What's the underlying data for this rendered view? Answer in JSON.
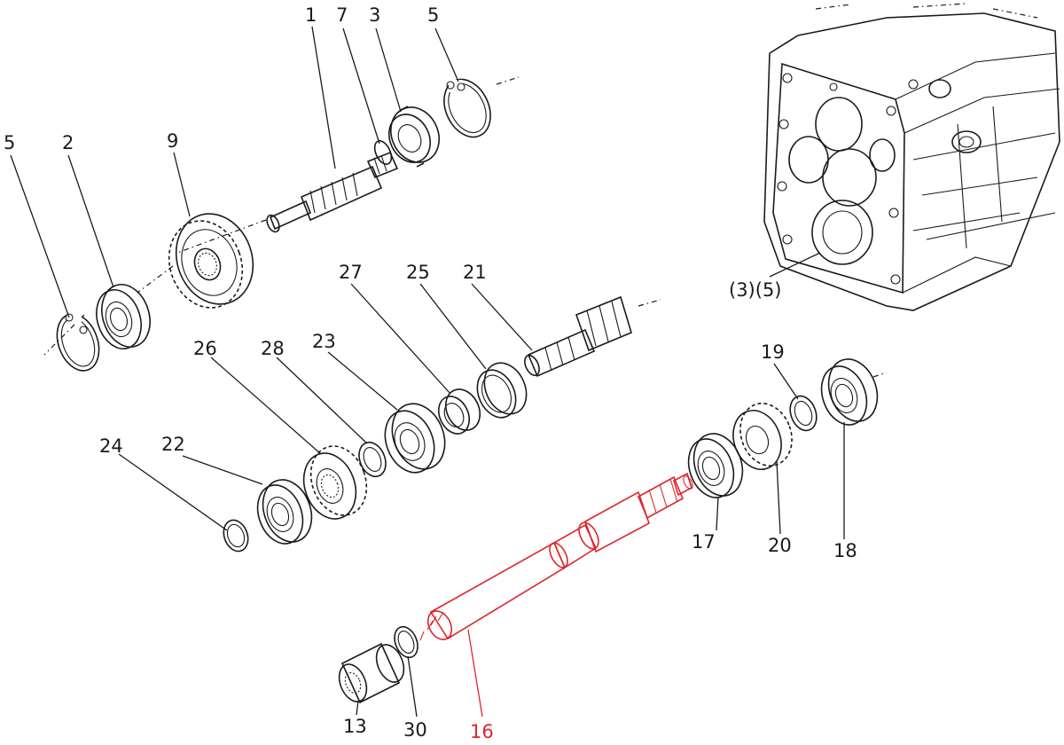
{
  "diagram": {
    "highlight_color": "#e0252b",
    "ink_color": "#1a1a1a",
    "callouts": [
      {
        "id": "c1",
        "text": "1"
      },
      {
        "id": "c7",
        "text": "7"
      },
      {
        "id": "c3",
        "text": "3"
      },
      {
        "id": "c5a",
        "text": "5"
      },
      {
        "id": "c5b",
        "text": "5"
      },
      {
        "id": "c2",
        "text": "2"
      },
      {
        "id": "c9",
        "text": "9"
      },
      {
        "id": "c27",
        "text": "27"
      },
      {
        "id": "c25",
        "text": "25"
      },
      {
        "id": "c21",
        "text": "21"
      },
      {
        "id": "c26",
        "text": "26"
      },
      {
        "id": "c28",
        "text": "28"
      },
      {
        "id": "c23",
        "text": "23"
      },
      {
        "id": "c24",
        "text": "24"
      },
      {
        "id": "c22",
        "text": "22"
      },
      {
        "id": "c19",
        "text": "19"
      },
      {
        "id": "c17",
        "text": "17"
      },
      {
        "id": "c20",
        "text": "20"
      },
      {
        "id": "c18",
        "text": "18"
      },
      {
        "id": "c13",
        "text": "13"
      },
      {
        "id": "c30",
        "text": "30"
      },
      {
        "id": "c16",
        "text": "16",
        "highlighted": true
      },
      {
        "id": "c35",
        "text": "(3)(5)"
      }
    ]
  }
}
